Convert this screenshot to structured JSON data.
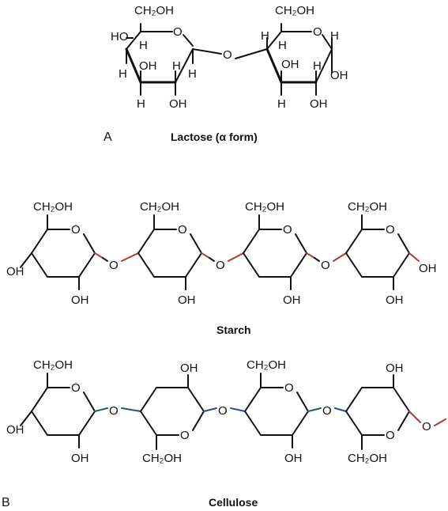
{
  "panels": {
    "a_label": "A",
    "b_label": "B"
  },
  "captions": {
    "lactose": "Lactose (α form)",
    "starch": "Starch",
    "cellulose": "Cellulose"
  },
  "atoms": {
    "ch2oh": "CH₂OH",
    "oh": "OH",
    "o": "O",
    "h": "H",
    "ho": "HO"
  },
  "colors": {
    "alpha_link": "#b03a2e",
    "beta_link": "#2c4f8a",
    "bond": "#111111"
  }
}
